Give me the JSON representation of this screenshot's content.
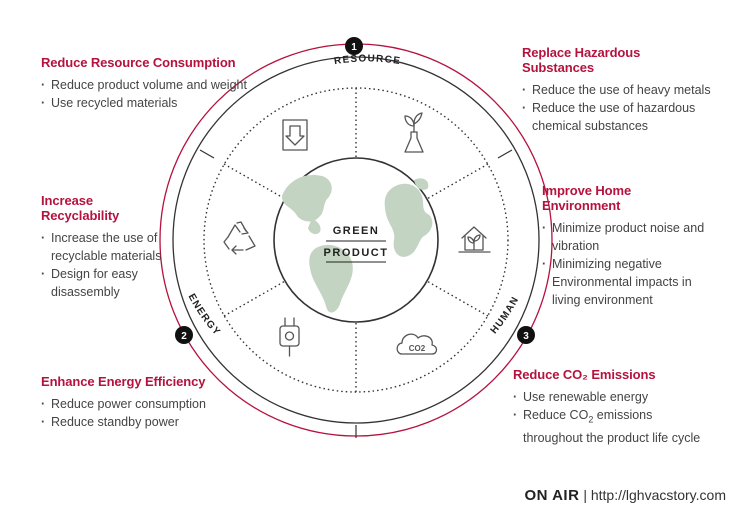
{
  "center": {
    "line1": "GREEN",
    "line2": "PRODUCT"
  },
  "badges": [
    "1",
    "2",
    "3"
  ],
  "ring_labels": {
    "resource": "RESOURCE",
    "energy": "ENERGY",
    "human": "HUMAN"
  },
  "icons": {
    "co2": "CO2"
  },
  "blocks": {
    "reduce_resource": {
      "title": "Reduce Resource Consumption",
      "items": [
        "Reduce product volume and weight",
        "Use recycled materials"
      ]
    },
    "replace_hazardous": {
      "title": "Replace Hazardous Substances",
      "items": [
        "Reduce the use of heavy metals",
        "Reduce the use of hazardous chemical substances"
      ]
    },
    "increase_recyclability": {
      "title": "Increase Recyclability",
      "items": [
        "Increase the use of recyclable materials",
        "Design for easy disassembly"
      ]
    },
    "improve_home": {
      "title": "Improve Home Environment",
      "items": [
        "Minimize product noise and vibration",
        "Minimizing negative Environmental impacts in living environment"
      ]
    },
    "energy_efficiency": {
      "title": "Enhance Energy Efficiency",
      "items": [
        "Reduce power consumption",
        "Reduce standby power"
      ]
    },
    "reduce_co2": {
      "title": "Reduce CO₂ Emissions",
      "item1": "Use renewable energy",
      "item2_a": "Reduce CO",
      "item2_sub": "2",
      "item2_b": " emissions throughout the product life cycle"
    }
  },
  "footer": {
    "brand": "ON AIR",
    "separator": "|",
    "url": "http://lghvacstory.com"
  },
  "colors": {
    "accent": "#b5123e",
    "globe_land": "#c3d4c3",
    "ring": "#333333"
  }
}
